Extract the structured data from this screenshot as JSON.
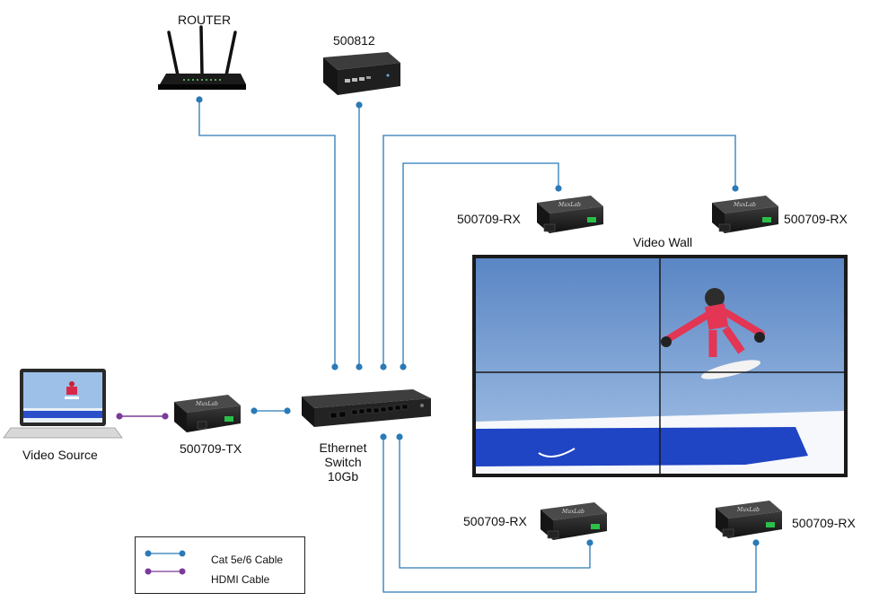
{
  "labels": {
    "router": "ROUTER",
    "controller": "500812",
    "rx_top_left": "500709-RX",
    "rx_top_right": "500709-RX",
    "video_wall": "Video Wall",
    "video_source": "Video Source",
    "tx": "500709-TX",
    "switch_line1": "Ethernet",
    "switch_line2": "Switch",
    "switch_line3": "10Gb",
    "rx_bottom_left": "500709-RX",
    "rx_bottom_right": "500709-RX"
  },
  "device_brand": "MuxLab",
  "legend": {
    "cat_cable": "Cat 5e/6 Cable",
    "hdmi_cable": "HDMI Cable"
  },
  "colors": {
    "cat_cable": "#2a7ab8",
    "hdmi_cable": "#7a3b9a"
  }
}
